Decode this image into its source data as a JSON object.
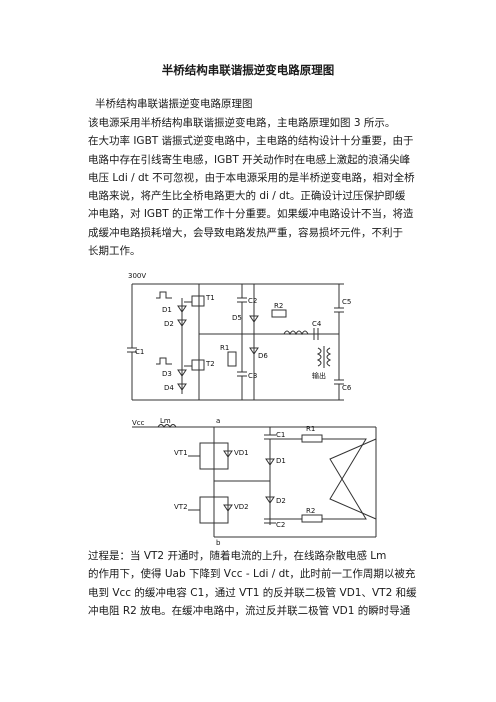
{
  "title": "半桥结构串联谐振逆变电路原理图",
  "subtitle": "半桥结构串联谐振逆变电路原理图",
  "paragraph1": [
    "该电源采用半桥结构串联谐振逆变电路，主电路原理如图 3 所示。",
    "在大功率 IGBT 谐振式逆变电路中，主电路的结构设计十分重要，由于",
    "电路中存在引线寄生电感，IGBT 开关动作时在电感上激起的浪涌尖峰",
    "电压 Ldi / dt 不可忽视，由于本电源采用的是半桥逆变电路，相对全桥",
    "电路来说，将产生比全桥电路更大的 di / dt。正确设计过压保护即缓",
    "冲电路，对 IGBT 的正常工作十分重要。如果缓冲电路设计不当，将造",
    "成缓冲电路损耗增大，会导致电路发热严重，容易损坏元件，不利于",
    "长期工作。"
  ],
  "paragraph2": [
    "过程是：当 VT2 开通时，随着电流的上升，在线路杂散电感 Lm",
    "的作用下，使得 Uab 下降到 Vcc - Ldi / dt，此时前一工作周期以被充",
    "电到 Vcc 的缓冲电容 C1，通过 VT1 的反并联二极管 VD1、VT2 和缓",
    "冲电阻 R2 放电。在缓冲电路中，流过反并联二极管 VD1 的瞬时导通"
  ],
  "figure1": {
    "labels": [
      "300V",
      "D1",
      "T1",
      "D2",
      "C1",
      "D3",
      "T2",
      "D4",
      "C2",
      "D5",
      "R2",
      "C4",
      "R1",
      "D6",
      "C3",
      "输出",
      "C5",
      "C6"
    ]
  },
  "figure2": {
    "labels": [
      "Vcc",
      "Lm",
      "a",
      "VT1",
      "VD1",
      "C1",
      "D1",
      "R1",
      "VT2",
      "VD2",
      "D2",
      "C2",
      "R2",
      "b"
    ]
  }
}
